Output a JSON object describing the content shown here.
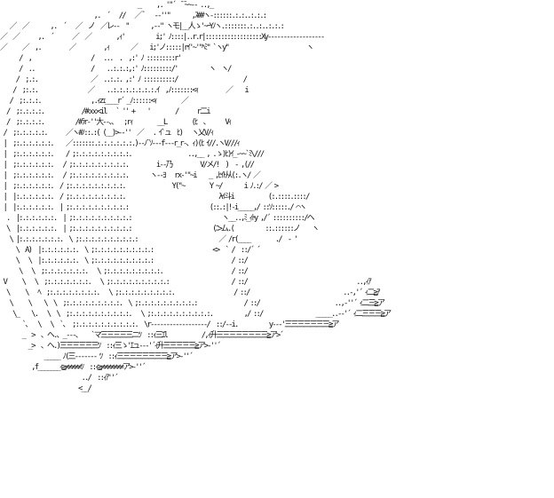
{
  "artwork": {
    "description_visible": false,
    "text_color": "#111111",
    "background_color": "#ffffff",
    "lines": [
      "                                            _     ,. '\"´ ̄ ̄ ~~-- ..,_",
      "                              ,.  ´   //   ／ﾞ   -‐''\"       ,ｽ##ヽ-::::::.:.:..:.:.:",
      "   ／  ／       ,.  ´   ／  ノ  ／レ--  \"       ,-‐\" ヽモ|__人ゝ'~ｰYﾉヽ.:::::::.:..:..:.:.:",
      "／  ／      ,.  ´      ／  ／        ,ｨ'          i;' ﾉ::::|..r.r|::::::::::::::::::Xy‐‐‐‐‐‐‐‐‐‐‐‐‐‐‐‐‐‐",
      "／     ／  ,.         ／         ,ｨ       ／    i;'ノ:::::|rｲ'~'\"ﾍﾐ\" `ヽy\"                         ヽ",
      "      /  ,                   /   ...  .  ,:' ﾉ :::::::::r'                   ",
      "      /  ..                  /    ..:.:.:,:' ﾉ:::::::::/'          ヽ  ヽ/",
      "     /  ;.:.                 ／  ..:.:. ,:' ﾉ ::::::::::/                     /",
      "    /  ;:.:.                ／    ..:.:.:.:.:.:.:.ｲ  ,ﾉ:::::::<ｨ         ／    i",
      "   /  ;:.:.:.                ,.ｨzｪ____r´ _ﾉ::::::<ｨ        ／     ",
      "  /  ;:.:.:.:.            /#◇◇◇<il   ` '' +    '        /      r二i",
      "  /  ;:.:.:.:.          /#ﾗr‐''大‐‐、、  ;rｨ        __L        (ﾋ  、     Vｨ",
      " /  ;:.:.:.:.:.      ／ヽ#ﾉ::.:( (__)>‐-''  ／   . ｲ`ュ  ﾋ)   ヽ乂V/ｨ",
      " |  ;:.:.:.:.:.:.    ／:::::::.:.:.:.:.:.:.)‐-ﾉ¨ｿ---f‐‐‐r_r-、ｨ)(ﾋ ｲ//.ヽV///ｨ",
      " |  ;:.:.:.:.:.:.    / ;:.:.:.:.:.:.:.:.:.                  ..,__ , .ゝ)ﾋ)ｲ_-~~`ﾐ\\///",
      " |  ;:.:.:.:.:.:.   / ;:.:.:.:.:.:.:.:.:.         i‐‐乃         V/メ/!  )  ‐ ,(//",
      " |  ;:.:.:.:.:.:.   / ;:.:.:.:.:.:.:.:.:.       ヽ‐-ﾖ   rx-'\"~i    _ ,ﾋｲﾄ从(:.ヽ/ ／",
      " |  ;:.:.:.:.:.:.  / ;:.:.:.:.:.:.:.:.:.               Y(\"~        Y ~/       i ﾉ.:/ ／ >",
      " |  |:.:.:.:.:.:.  / ;:.:.:.:.:.:.:.:.:.                              λｲ斗i           (:.::::.::::/",
      " |  |:.:.:.:.:.:.  | ;:.:.:.:.:.:.:.:.:.:                          (::.:|!‐i_____,/ ::ｿ:::::./ ⌒ヽ",
      "  .  |:.:.:.:.:.:.  | ;:.:.:.:.:.:.:.:.:.:                             ヽ__..,ﾐ_ｨﾄy ,/´ ::::::::::/ヘ",
      "  \\  |:.:.:.:.:.:.  | ;:.:.:.:.:.:.:.:.:.:                          (ﾆ>ム.(          ::.::::::ノ    ヽ",
      "   \\ |:.:.:.:.:.:.:.  \\ ;:.:.:.:.:.:.:.:.:.:                          ／ /r(____        ./  ‐ ' ",
      "     \\  A)  |:.:.:.:.:.:.  \\ ;:.:.:.:.:.:.:.:.:.:                   <>  ` /  ::/´ ´",
      "     \\   \\  |:.:.:.:.:.:.  \\ ;:.:.:.:.:.:.:.:.:.:                         / ::/",
      "      \\   \\  ;:.:.:.:.:.:.:.   \\ ;:.:.:.:.:.:.:.:.:.                      / ::/",
      " V     \\   \\  ;:.:.:.:.:.:.:.   \\ ;:.:.:.:.:.:.:.:.:.:                    / ::/                                   ..,ｨｱ",
      "  \\     \\   ﾍ  ;:.:.:.:.:.:.:.:.   \\ ;:.:.:.:.:.:.:.:.:.                   / ::/                              ..-,'´ ｨ二≧ｱ",
      "   \\     \\    \\  \\  ;:.:.:.:.:.:.:.:.:.  \\ ;:.:.:.:.:.:.:.:.:.:               / ::/                        ..,-''´ ｨ二三≧ア",
      "    \\_    \\.   \\  \\  ;:.:.:.:.:.:.:.:.:.:.   \\ ;:.:.:.:.:.:.:.:.:.:.          ,/ ::/                 _____..-‐'´ ｨ二三三三≧ア",
      "       `、  \\   \\  `、 ;:.:.:.:.:.:.:.:.:.:.  \\r‐‐‐‐‐‐‐‐‐‐‐‐‐‐‐‐‐‐/  ::/‐‐i.          y‐‐‐'三三三三三三三≧ア",
      "       _  >  、ヘ.、_‐‐‐、   `マ三三三三三ニﾂ  ::ｨ三ｴl           /,ｨ升三三三三三三三三≧ア>´",
      "         _>  、ヘ.)三三三三三三ﾂ  ::ｨ三ゝ'ｴュ‐‐‐'´ｨ升三三三三三≧ア>‐''´",
      "              _____ ﾉ(三‐‐‐‐‐‐‐ ﾂ  ::ｨ三三三三三三三三≧ア>‐''´",
      "          ,f_______ｨ≧≠≠≠≠≠ﾂ  ::ｨ≧≠≠≠≠≠≠≠ア>‐''´",
      "                          ../  ::ｨｱ''´",
      "                         <__/"
    ]
  }
}
